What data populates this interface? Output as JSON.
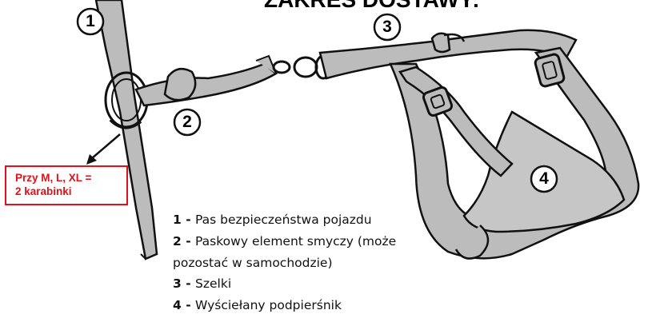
{
  "title": "ZAKRES DOSTAWY:",
  "callout": {
    "line1": "Przy M, L, XL =",
    "line2": "2 karabinki",
    "color": "#e0111b"
  },
  "numbers": [
    "1",
    "2",
    "3",
    "4"
  ],
  "legend": [
    {
      "num": "1",
      "sep": " - ",
      "text": "Pas bezpieczeństwa pojazdu"
    },
    {
      "num": "2",
      "sep": " - ",
      "text": "Paskowy element smyczy (może"
    },
    {
      "num": "",
      "sep": "",
      "text": "pozostać w samochodzie)"
    },
    {
      "num": "3",
      "sep": " - ",
      "text": "Szelki"
    },
    {
      "num": "4",
      "sep": " - ",
      "text": "Wyściełany podpierśnik"
    }
  ],
  "colors": {
    "strap": "#bcbcbc",
    "outline": "#111111",
    "accent": "#e0111b"
  }
}
